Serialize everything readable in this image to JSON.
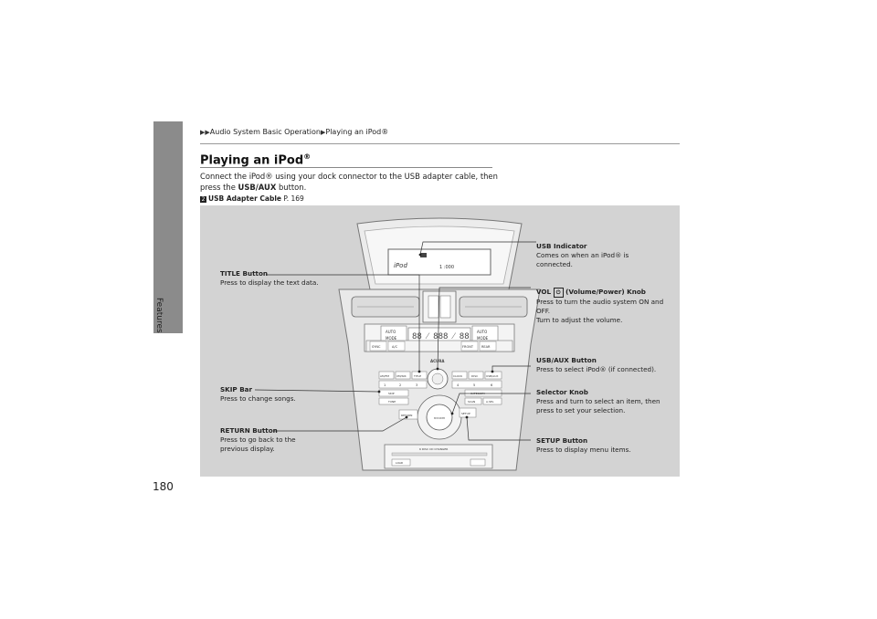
{
  "side": {
    "label": "Features"
  },
  "page": {
    "number": "180"
  },
  "breadcrumb": {
    "first": "Audio System Basic Operation",
    "second": "Playing an iPod®"
  },
  "section": {
    "title": "Playing an iPod",
    "title_mark": "®",
    "intro_1": "Connect the iPod® using your dock connector to the USB adapter cable, then press the ",
    "intro_bold": "USB/AUX",
    "intro_2": " button.",
    "ref_label": "USB Adapter Cable",
    "ref_page": "P. 169"
  },
  "display": {
    "brand": "iPod",
    "track": "1 :000"
  },
  "callouts": {
    "usb_indicator": {
      "head": "USB Indicator",
      "body": "Comes on when an iPod® is connected."
    },
    "title_button": {
      "head": "TITLE Button",
      "body": "Press to display the text data."
    },
    "vol_knob": {
      "head_prefix": "VOL",
      "head_suffix": "(Volume/Power) Knob",
      "body": "Press to turn the audio system ON and OFF.",
      "body2": "Turn to adjust the volume."
    },
    "usb_aux_button": {
      "head": "USB/AUX Button",
      "body": "Press to select iPod® (if connected)."
    },
    "skip_bar": {
      "head": "SKIP Bar",
      "body": "Press to change songs."
    },
    "selector_knob": {
      "head": "Selector Knob",
      "body": "Press and turn to select an item, then press to set your selection."
    },
    "return_button": {
      "head": "RETURN Button",
      "body": "Press to go back to the previous display."
    },
    "setup_button": {
      "head": "SETUP Button",
      "body": "Press to display menu items."
    }
  },
  "panel": {
    "logo": "ACURA",
    "row1": [
      "AM/FM",
      "XM/SIR",
      "TITLE",
      "CLOCK",
      "DISC",
      "USB/AUX"
    ],
    "presets": [
      "1",
      "2",
      "3",
      "4",
      "5",
      "6"
    ],
    "skip": "SKIP",
    "tune": "TUNE",
    "category": "CATEGORY",
    "scan": "SCAN",
    "a_sel": "A.SEL",
    "return": "RETURN",
    "setup": "SETUP",
    "knob": "PWR PUSH SOUND ENTER",
    "cd_label": "6 DISC CD CHANGER",
    "load": "LOAD",
    "climate_left": "AUTO",
    "climate_right": "AUTO",
    "mode": "MODE",
    "off": "OFF",
    "sync": "SYNC",
    "ac": "A/C",
    "front": "FRONT",
    "rear": "REAR"
  }
}
